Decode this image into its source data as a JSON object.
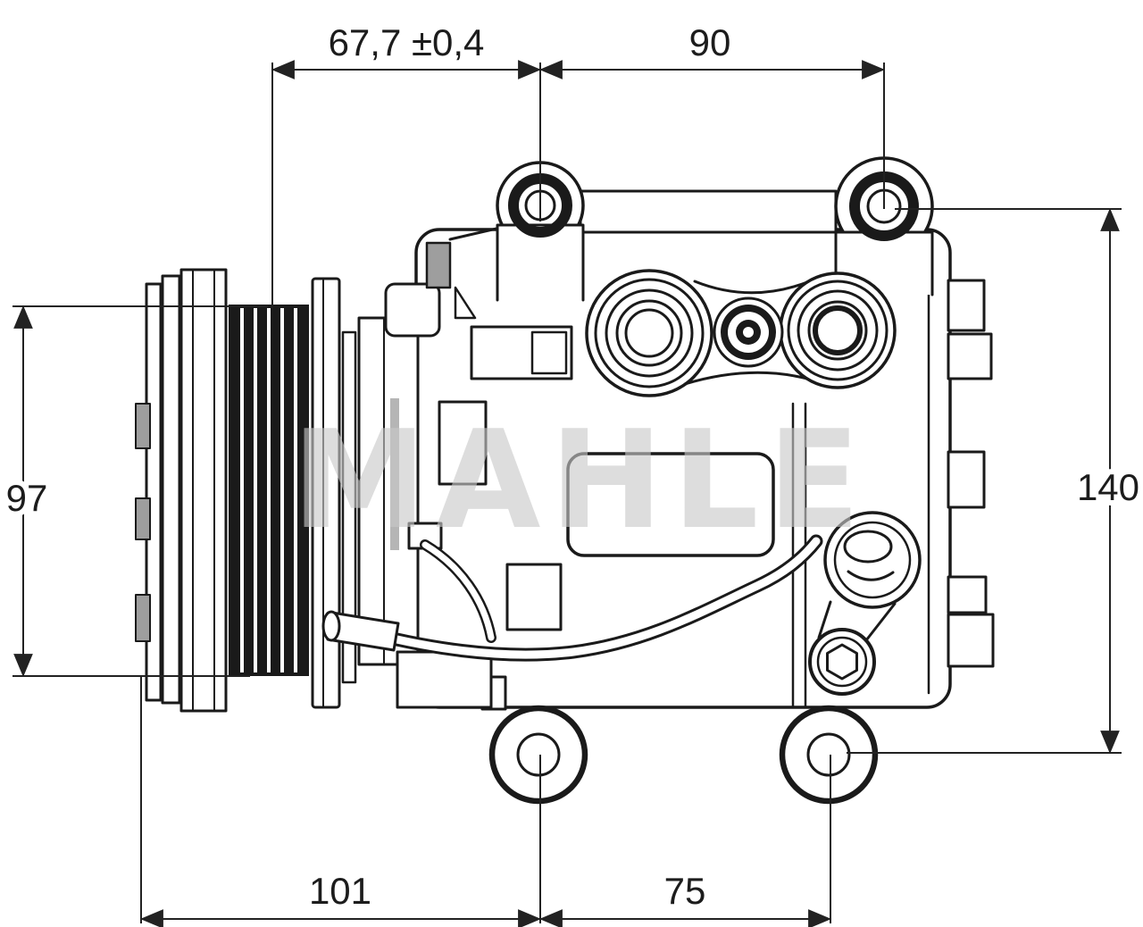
{
  "figure": {
    "type": "technical-drawing",
    "subject": "AC compressor side view with pulley, mounting ears and ports",
    "watermark": "MAHLE",
    "colors": {
      "line": "#1a1a1a",
      "dimension_line": "#222222",
      "watermark": "#c9c9c9",
      "shading": "#9e9e9e",
      "background": "#ffffff"
    }
  },
  "dimensions": {
    "top_pulley_to_ear": {
      "label": "67,7 ±0,4"
    },
    "top_ear_to_ear": {
      "label": "90"
    },
    "left_pulley_diameter": {
      "label": "97"
    },
    "right_overall_height": {
      "label": "140"
    },
    "bottom_left_span": {
      "label": "101"
    },
    "bottom_right_span": {
      "label": "75"
    }
  }
}
